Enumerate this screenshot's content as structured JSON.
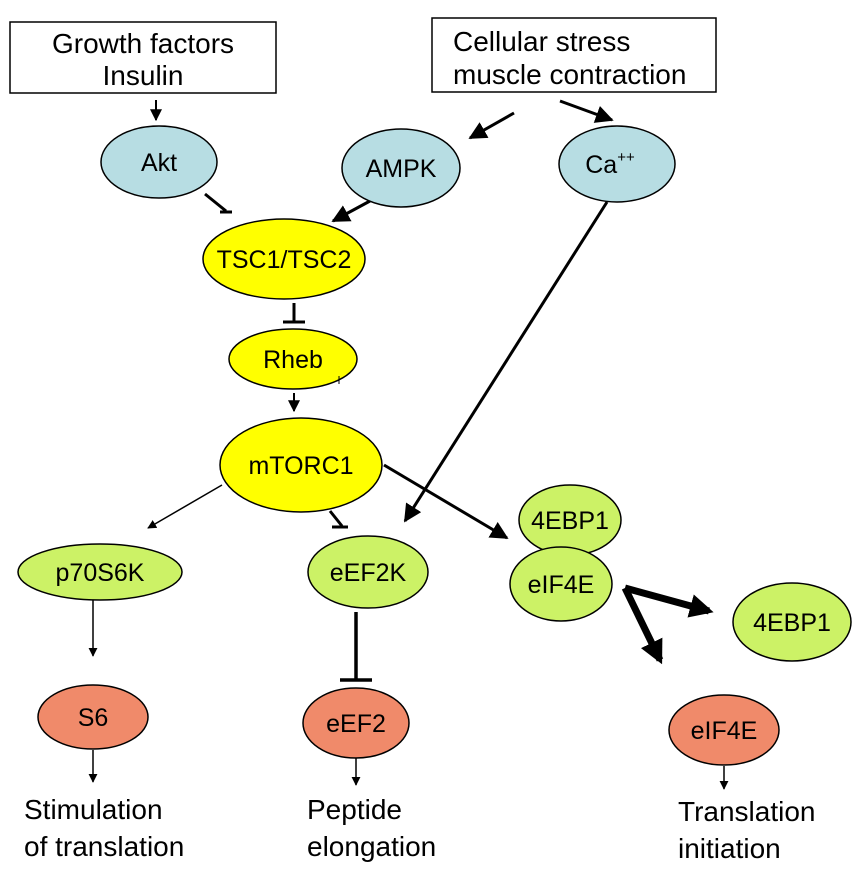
{
  "colors": {
    "blue_node": "#b7dde3",
    "yellow_node": "#ffff00",
    "green_node": "#ccf266",
    "orange_node": "#f08a6a",
    "stroke": "#000000"
  },
  "inputs": {
    "growth": {
      "line1": "Growth factors",
      "line2": "Insulin"
    },
    "stress": {
      "line1": "Cellular stress",
      "line2": "muscle contraction"
    }
  },
  "nodes": {
    "akt": "Akt",
    "ampk": "AMPK",
    "ca": "Ca",
    "ca_sup": "++",
    "tsc": "TSC1/TSC2",
    "rheb": "Rheb",
    "mtorc1": "mTORC1",
    "p70s6k": "p70S6K",
    "eef2k": "eEF2K",
    "ebp1_bound": "4EBP1",
    "eif4e_bound": "eIF4E",
    "ebp1_free": "4EBP1",
    "s6": "S6",
    "eef2": "eEF2",
    "eif4e_free": "eIF4E"
  },
  "outcomes": {
    "translation": {
      "line1": "Stimulation",
      "line2": "of translation"
    },
    "elongation": {
      "line1": "Peptide",
      "line2": "elongation"
    },
    "initiation": {
      "line1": "Translation",
      "line2": "initiation"
    }
  }
}
